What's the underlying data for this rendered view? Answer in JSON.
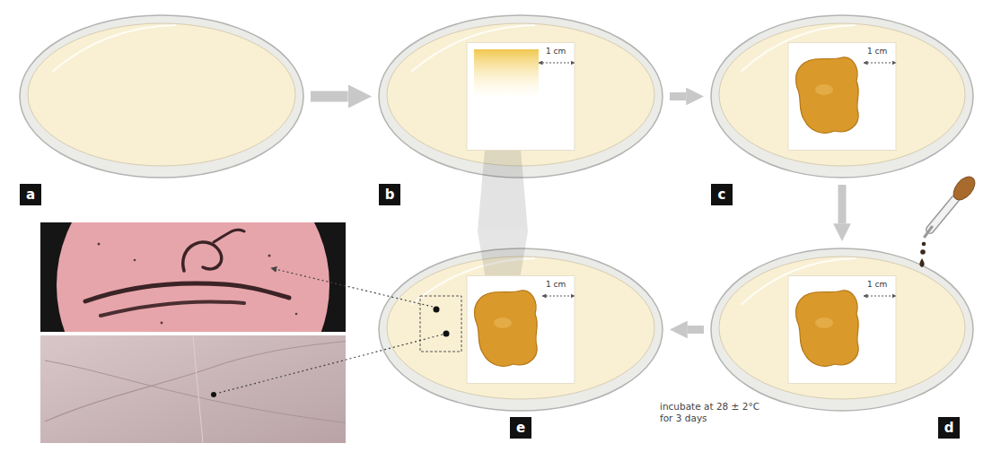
{
  "diagram": {
    "nodes": [
      {
        "text": [
          "a"
        ]
      },
      {
        "text": [
          "b",
          "1 cm"
        ]
      },
      {
        "text": [
          "c",
          "1 cm"
        ]
      },
      {
        "text": [
          "d",
          "1 cm"
        ]
      },
      {
        "text": [
          "e",
          "1 cm"
        ]
      }
    ],
    "edges": [
      {
        "from": 0,
        "to": 1,
        "arrow": "to"
      },
      {
        "from": 1,
        "to": 2,
        "arrow": "to"
      },
      {
        "from": 2,
        "to": 3,
        "arrow": "to"
      },
      {
        "from": 3,
        "to": 4,
        "label": "incubate at 28 ± 2°C for 3 days",
        "arrow": "to"
      }
    ]
  }
}
